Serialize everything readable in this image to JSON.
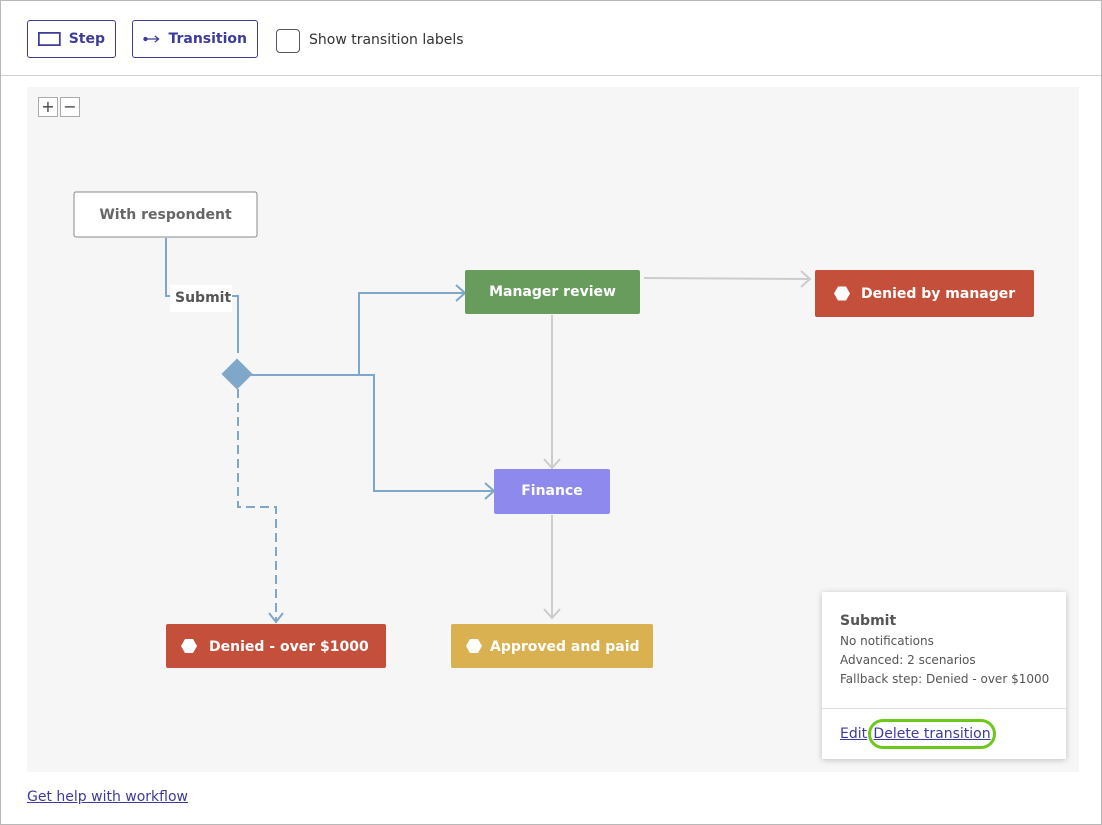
{
  "toolbar": {
    "step_label": "Step",
    "transition_label": "Transition",
    "show_labels_checkbox": "Show transition labels"
  },
  "canvas": {
    "zoom_in": "+",
    "zoom_out": "−"
  },
  "diagram": {
    "nodes": {
      "with_respondent": "With respondent",
      "manager_review": "Manager review",
      "denied_by_manager": "Denied by manager",
      "finance": "Finance",
      "denied_over": "Denied - over $1000",
      "approved_paid": "Approved and paid"
    },
    "transition_label": "Submit",
    "colors": {
      "manager_review": "#689c5c",
      "denied": "#c4503c",
      "finance": "#8e8aed",
      "approved": "#d9b150",
      "connector": "#7fa7c9",
      "gray_line": "#cccccc"
    }
  },
  "popup": {
    "title": "Submit",
    "lines": [
      "No notifications",
      "Advanced: 2 scenarios",
      "Fallback step: Denied - over $1000"
    ],
    "edit_label": "Edit",
    "delete_label": "Delete transition"
  },
  "footer": {
    "help_link": "Get help with workflow"
  }
}
